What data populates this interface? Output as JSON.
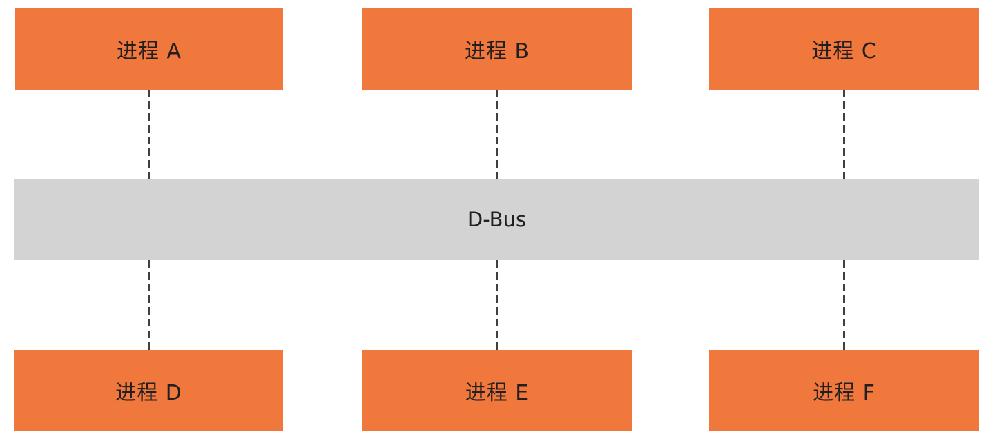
{
  "diagram": {
    "bus": {
      "label": "D-Bus"
    },
    "top_processes": [
      {
        "label": "进程 A"
      },
      {
        "label": "进程 B"
      },
      {
        "label": "进程 C"
      }
    ],
    "bottom_processes": [
      {
        "label": "进程 D"
      },
      {
        "label": "进程 E"
      },
      {
        "label": "进程 F"
      }
    ],
    "connectors": [
      {
        "from": "进程 A",
        "to": "D-Bus",
        "style": "dashed"
      },
      {
        "from": "进程 B",
        "to": "D-Bus",
        "style": "dashed"
      },
      {
        "from": "进程 C",
        "to": "D-Bus",
        "style": "dashed"
      },
      {
        "from": "进程 D",
        "to": "D-Bus",
        "style": "dashed"
      },
      {
        "from": "进程 E",
        "to": "D-Bus",
        "style": "dashed"
      },
      {
        "from": "进程 F",
        "to": "D-Bus",
        "style": "dashed"
      }
    ],
    "colors": {
      "process_fill": "#F0783C",
      "bus_fill": "#D3D3D3",
      "text": "#231F20",
      "connector": "#3F3F3F",
      "background": "#FFFFFF"
    }
  }
}
